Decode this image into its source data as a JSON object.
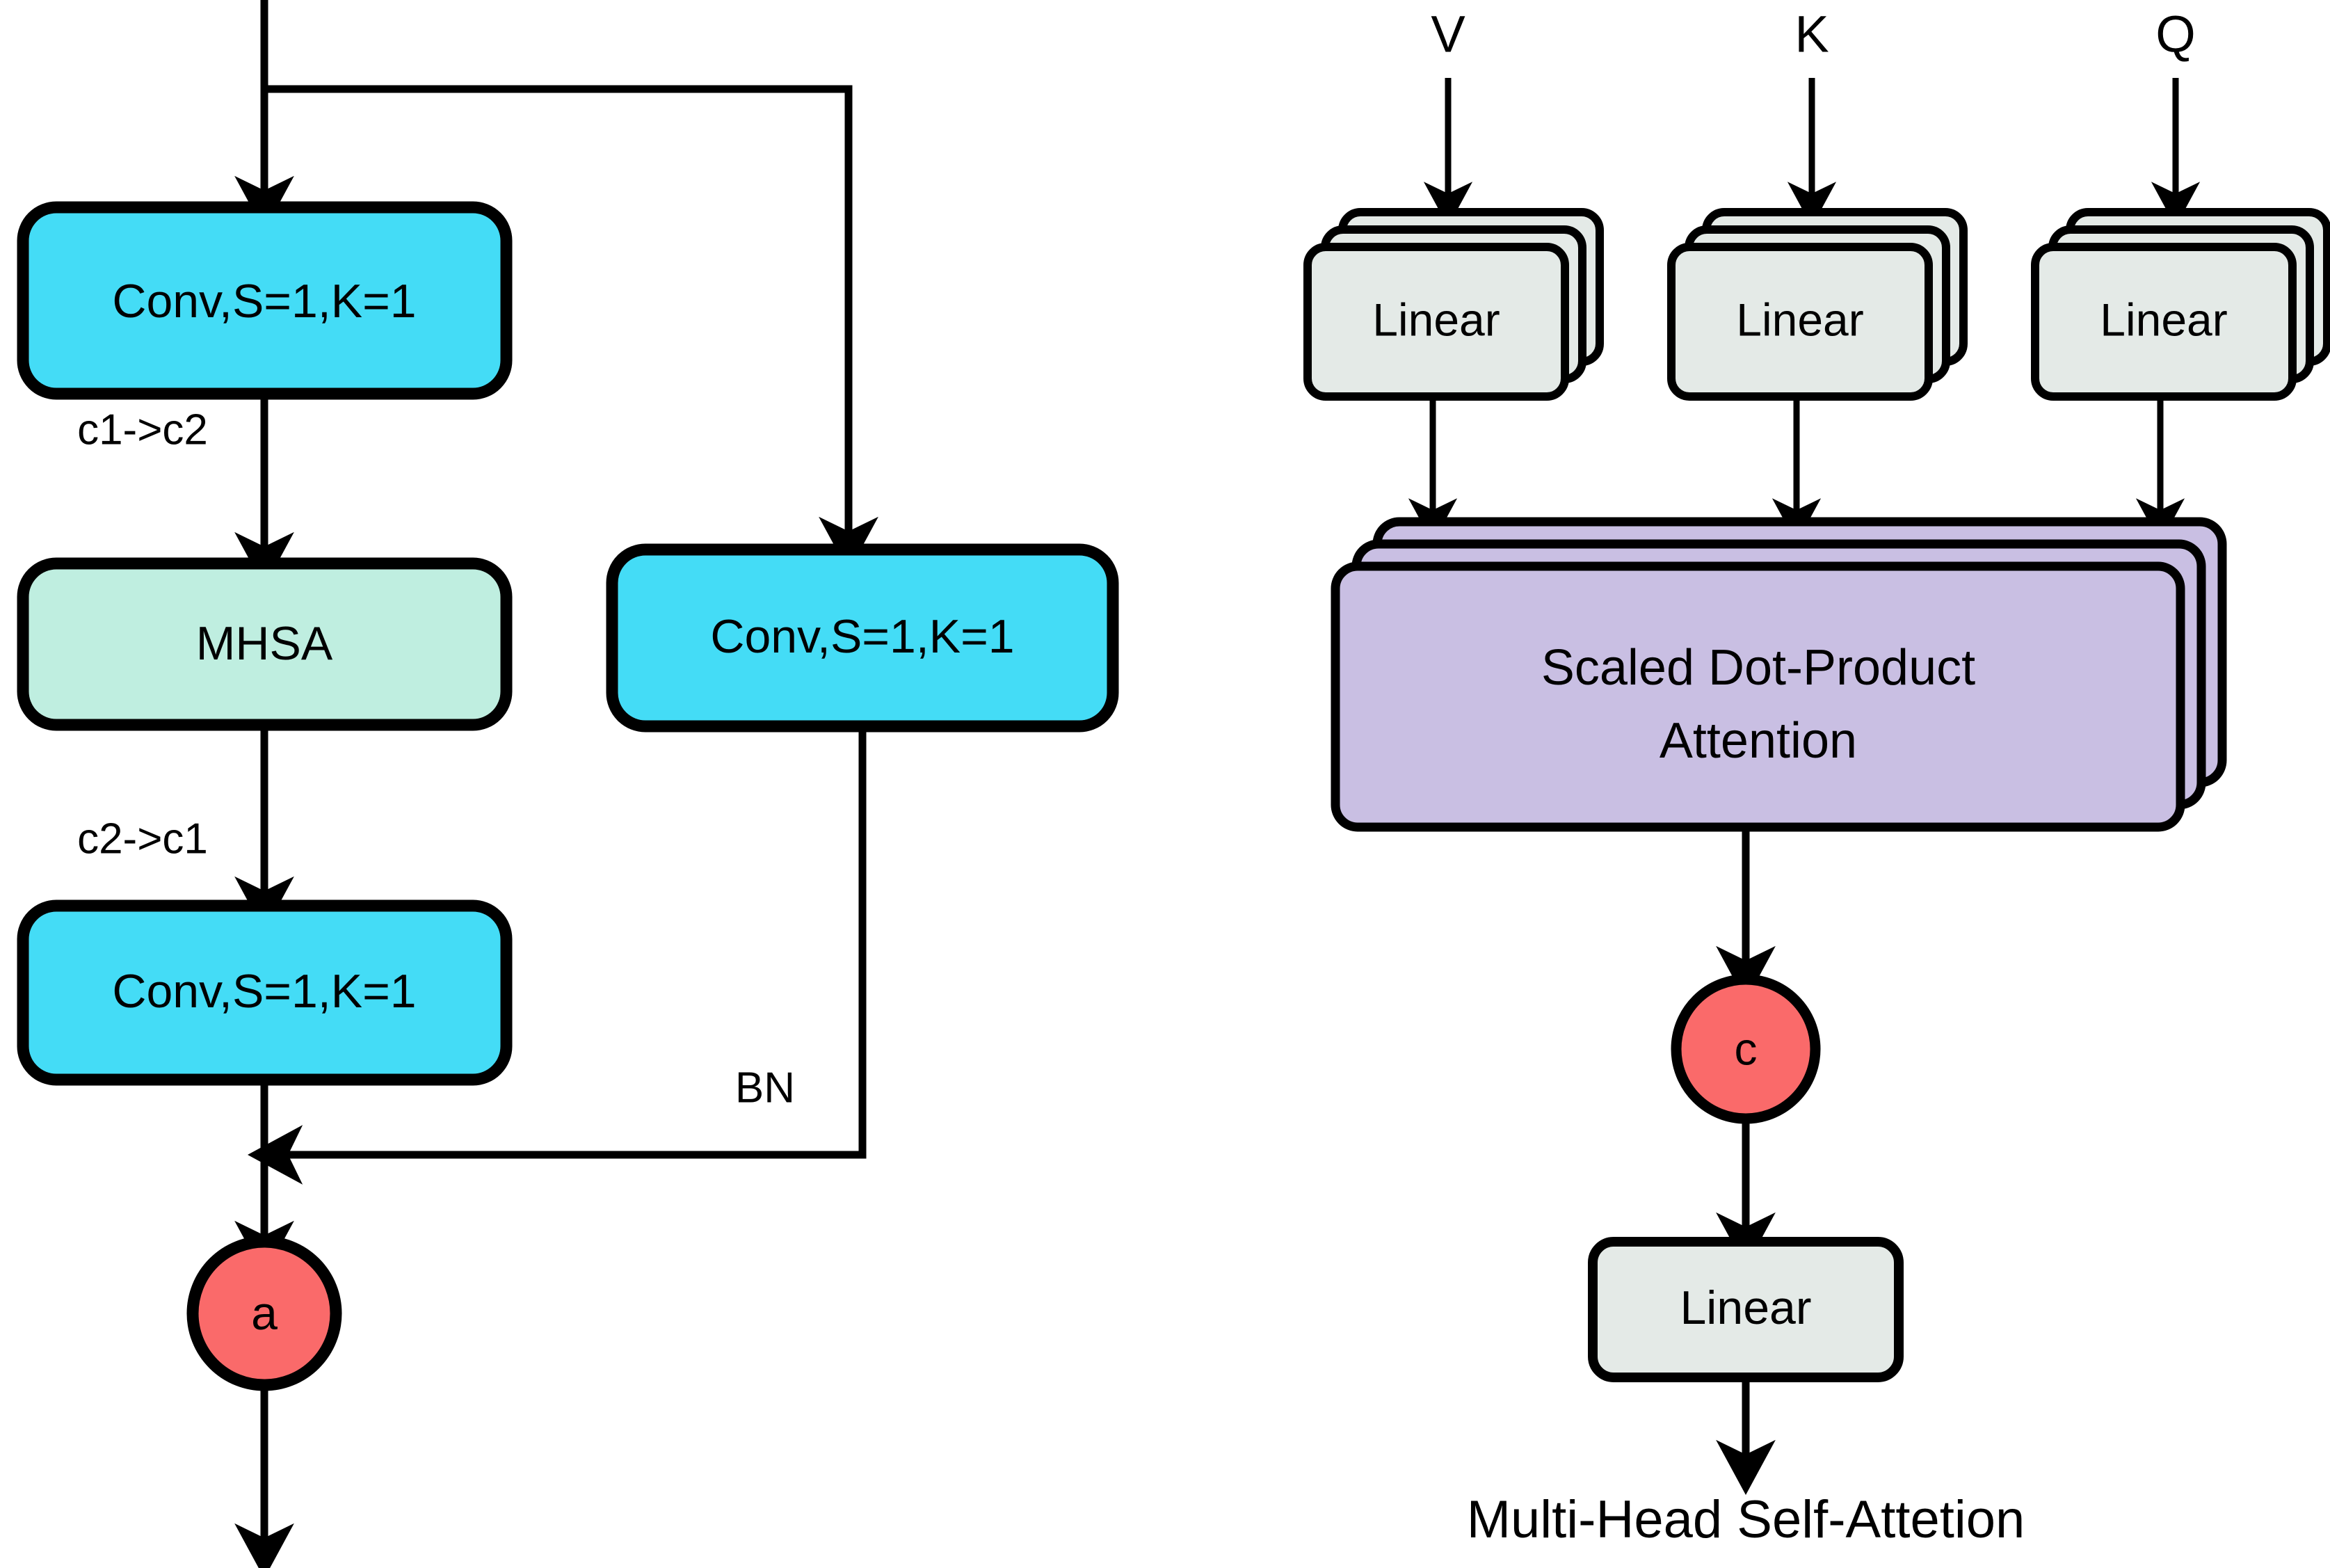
{
  "diagram": {
    "type": "flowchart",
    "title_caption": "Multi-Head Self-Attetion",
    "colors": {
      "conv_fill": "#44dcf6",
      "mhsa_fill": "#bfeee0",
      "linear_fill": "#e4eae7",
      "attention_fill": "#c9bfe3",
      "circle_fill": "#fa6a6a",
      "stroke": "#000000",
      "background": "#ffffff"
    },
    "left_panel": {
      "blocks": [
        {
          "id": "conv_top",
          "label": "Conv,S=1,K=1",
          "shape": "rounded-rect",
          "fill": "conv_fill"
        },
        {
          "id": "mhsa",
          "label": "MHSA",
          "shape": "rounded-rect",
          "fill": "mhsa_fill"
        },
        {
          "id": "conv_skip",
          "label": "Conv,S=1,K=1",
          "shape": "rounded-rect",
          "fill": "conv_fill"
        },
        {
          "id": "conv_bottom",
          "label": "Conv,S=1,K=1",
          "shape": "rounded-rect",
          "fill": "conv_fill"
        },
        {
          "id": "add_a",
          "label": "a",
          "shape": "circle",
          "fill": "circle_fill"
        }
      ],
      "edge_labels": [
        {
          "id": "c1_to_c2",
          "text": "c1->c2"
        },
        {
          "id": "c2_to_c1",
          "text": "c2->c1"
        },
        {
          "id": "bn",
          "text": "BN"
        }
      ]
    },
    "right_panel": {
      "inputs": [
        {
          "id": "input_v",
          "label": "V"
        },
        {
          "id": "input_k",
          "label": "K"
        },
        {
          "id": "input_q",
          "label": "Q"
        }
      ],
      "linear_stacks": [
        {
          "id": "linear_v",
          "label": "Linear",
          "stack_count": 3
        },
        {
          "id": "linear_k",
          "label": "Linear",
          "stack_count": 3
        },
        {
          "id": "linear_q",
          "label": "Linear",
          "stack_count": 3
        }
      ],
      "attention": {
        "id": "scaled_dot_product_attention",
        "label_line1": "Scaled Dot-Product",
        "label_line2": "Attention",
        "stack_count": 3
      },
      "concat": {
        "id": "concat_c",
        "label": "c",
        "shape": "circle"
      },
      "output_linear": {
        "id": "linear_out",
        "label": "Linear"
      },
      "caption": "Multi-Head Self-Attetion"
    }
  }
}
